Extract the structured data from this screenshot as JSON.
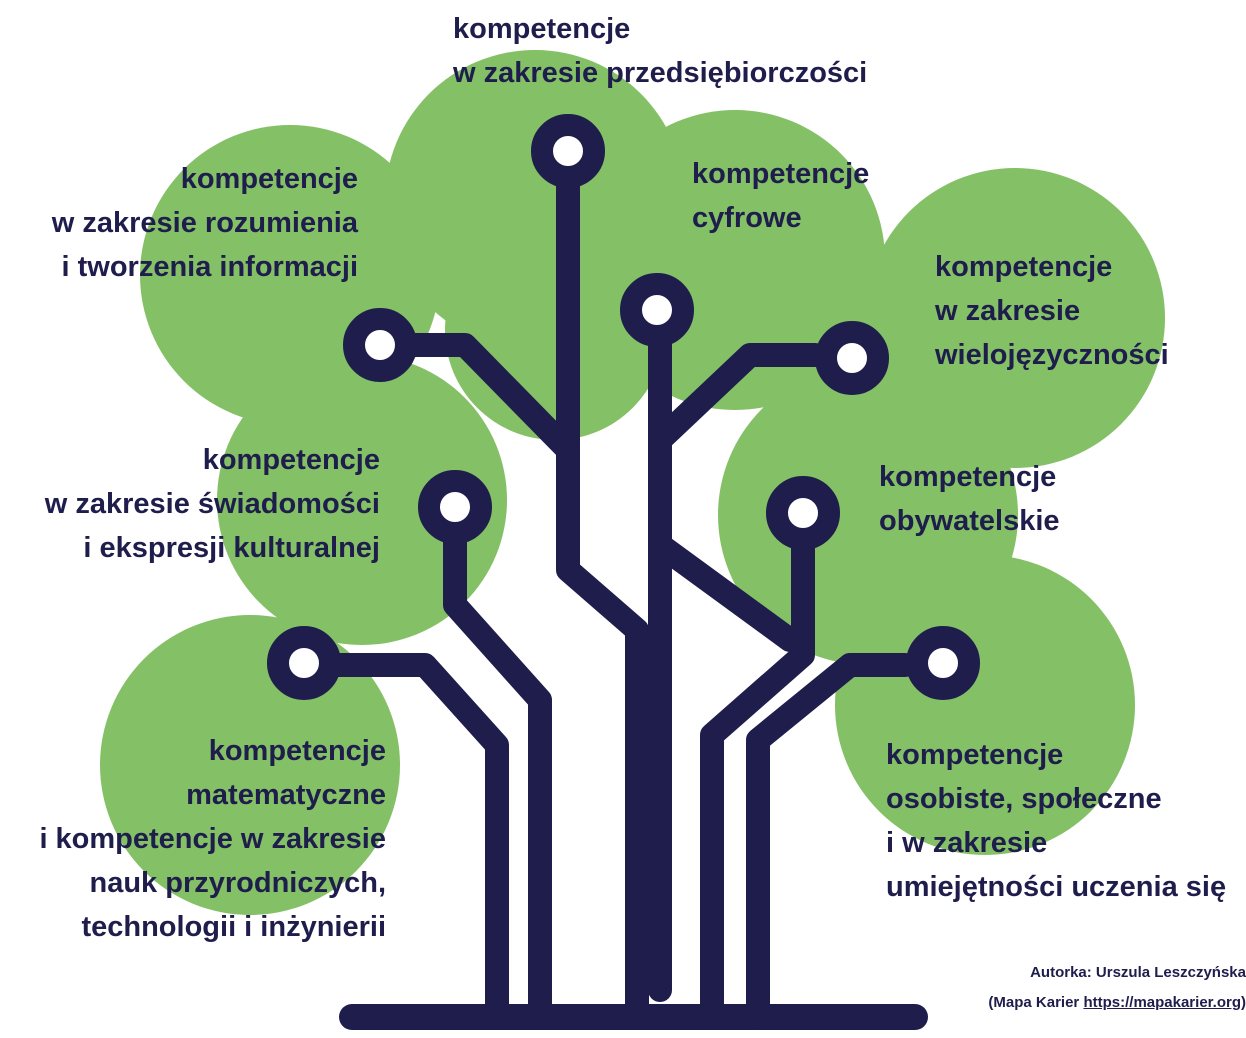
{
  "colors": {
    "foliage": "#84c066",
    "circuit": "#1e1d4c",
    "text": "#1e1d4c",
    "background": "#ffffff"
  },
  "labels": {
    "entrepreneurship": [
      "kompetencje",
      "w zakresie przedsiębiorczości"
    ],
    "literacy": [
      "kompetencje",
      "w zakresie rozumienia",
      "i tworzenia informacji"
    ],
    "digital": [
      "kompetencje",
      "cyfrowe"
    ],
    "multilingual": [
      "kompetencje",
      "w zakresie",
      "wielojęzyczności"
    ],
    "cultural": [
      "kompetencje",
      "w zakresie świadomości",
      "i ekspresji kulturalnej"
    ],
    "citizenship": [
      "kompetencje",
      "obywatelskie"
    ],
    "math_science": [
      "kompetencje",
      "matematyczne",
      "i kompetencje w zakresie",
      "nauk przyrodniczych,",
      "technologii i inżynierii"
    ],
    "personal_social": [
      "kompetencje",
      "osobiste, społeczne",
      "i w zakresie",
      "umiejętności uczenia się"
    ]
  },
  "credit": {
    "author": "Autorka: Urszula Leszczyńska",
    "source_prefix": "(Mapa Karier ",
    "source_link": "https://mapakarier.org",
    "source_suffix": ")"
  }
}
